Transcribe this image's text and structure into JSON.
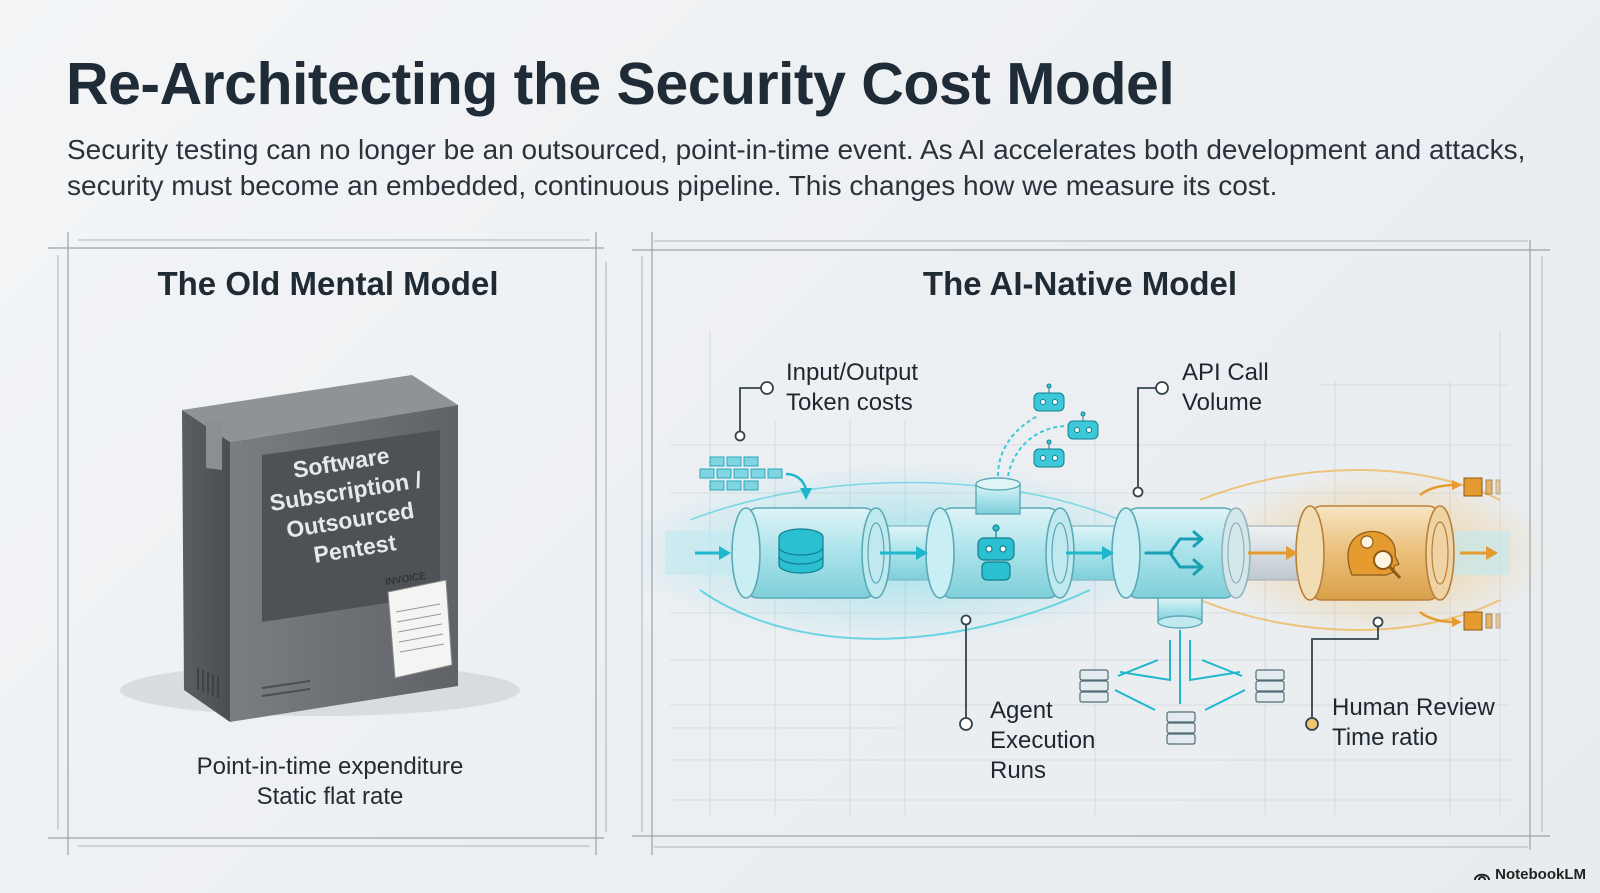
{
  "title": "Re-Architecting the Security Cost Model",
  "subtitle": "Security testing can no longer be an outsourced, point-in-time event. As AI accelerates both development and attacks, security must become an embedded, continuous pipeline. This changes how we measure its cost.",
  "old_model": {
    "heading": "The Old Mental Model",
    "box_label": "Software Subscription / Outsourced Pentest",
    "invoice_label": "INVOICE",
    "caption_line1": "Point-in-time expenditure",
    "caption_line2": "Static flat rate"
  },
  "ai_model": {
    "heading": "The AI-Native Model",
    "labels": {
      "token_line1": "Input/Output",
      "token_line2": "Token costs",
      "api_line1": "API Call",
      "api_line2": "Volume",
      "agent_line1": "Agent",
      "agent_line2": "Execution",
      "agent_line3": "Runs",
      "human_line1": "Human Review",
      "human_line2": "Time ratio"
    }
  },
  "brand": "NotebookLM",
  "colors": {
    "cyan": "#2fc4d6",
    "orange": "#e5a23a",
    "box_gray": "#6c7074"
  },
  "icons": [
    "database-icon",
    "robot-icon",
    "split-arrows-icon",
    "human-review-icon",
    "server-icon"
  ]
}
